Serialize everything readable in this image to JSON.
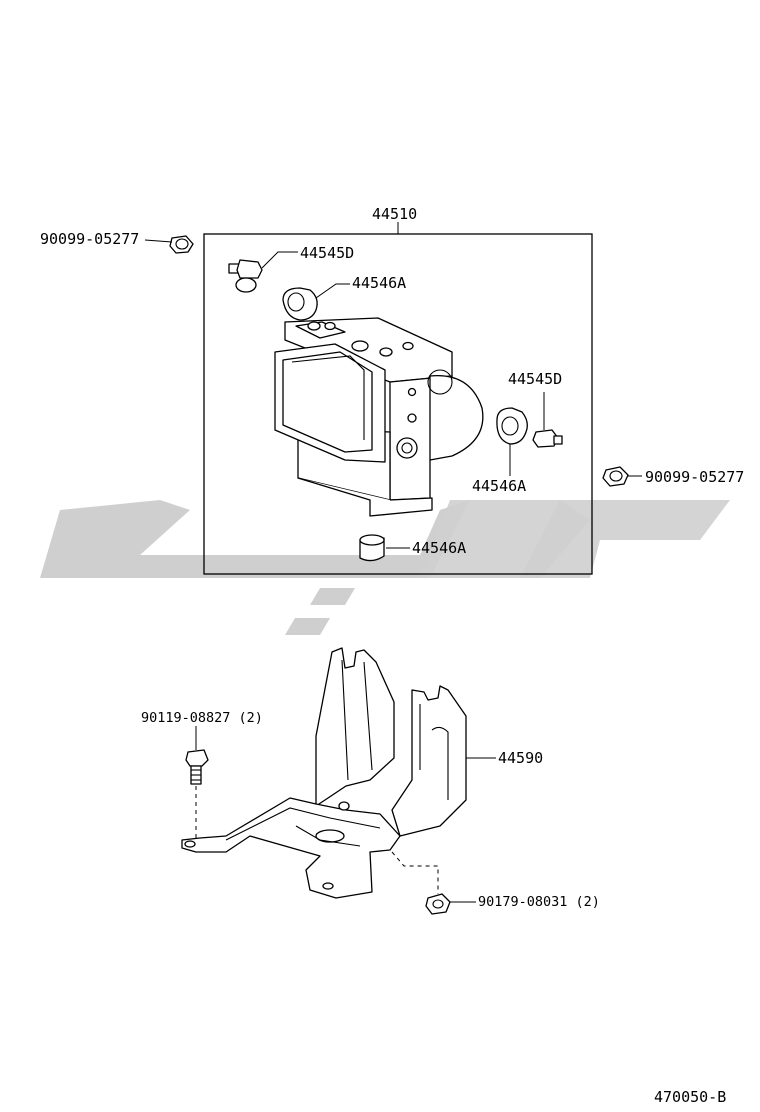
{
  "diagram": {
    "assembly_label": "44510",
    "bracket_label": "44590",
    "figure_code": "470050-B",
    "callouts": {
      "bolt_left_top": "90099-05277",
      "bolt_right": "90099-05277",
      "stud_upper": "44545D",
      "grommet_upper": "44546A",
      "stud_right": "44545D",
      "grommet_right": "44546A",
      "grommet_bottom": "44546A",
      "bolt_bracket_left": "90119-08827 (2)",
      "nut_bracket": "90179-08031 (2)"
    },
    "watermark_visible": true
  }
}
